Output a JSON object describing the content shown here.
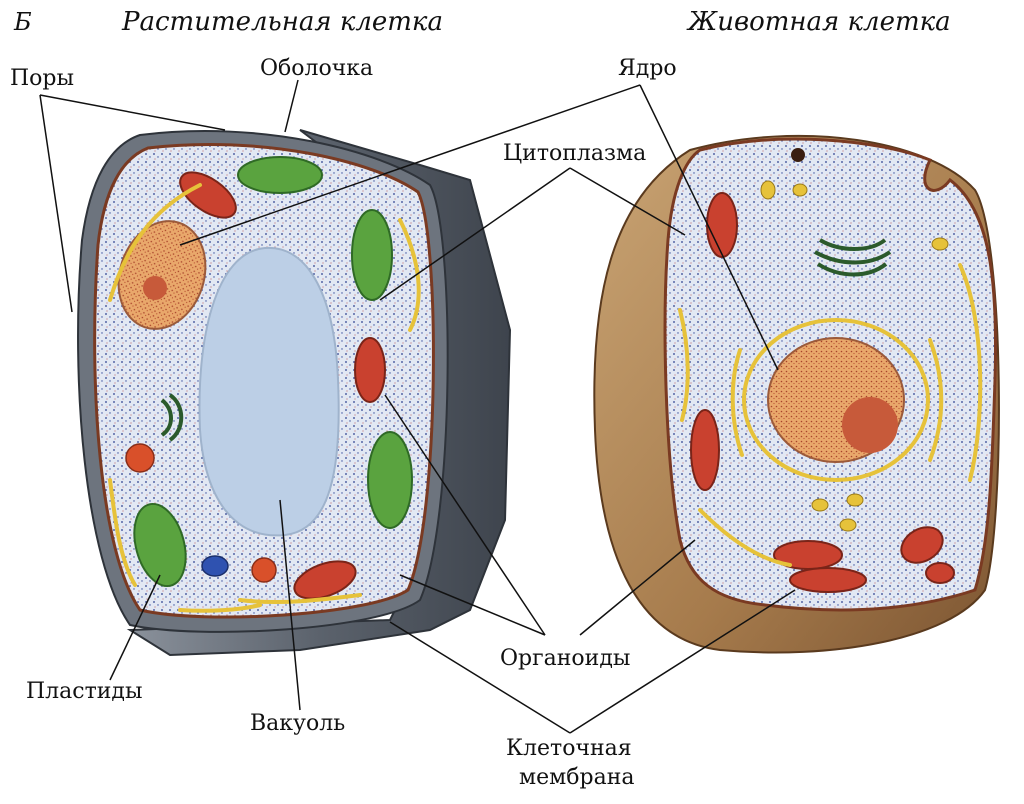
{
  "header": {
    "panel_letter": "Б",
    "plant_title": "Растительная клетка",
    "animal_title": "Животная клетка"
  },
  "labels": {
    "pores": "Поры",
    "wall": "Оболочка",
    "nucleus": "Ядро",
    "cytoplasm": "Цитоплазма",
    "organelles": "Органоиды",
    "plastids": "Пластиды",
    "vacuole": "Вакуоль",
    "membrane_line1": "Клеточная",
    "membrane_line2": "мембрана"
  },
  "colors": {
    "cytoplasm": "#dfe6f2",
    "wall": "#59606b",
    "wall_light": "#8b929c",
    "vacuole": "#bccfe6",
    "nucleus": "#e8a266",
    "nucleolus": "#c75a3a",
    "mitochondria": "#c9412f",
    "chloroplast": "#5aa33f",
    "er": "#e6c23a",
    "membrane": "#7a3a22",
    "animal_body": "#b38a5c"
  }
}
